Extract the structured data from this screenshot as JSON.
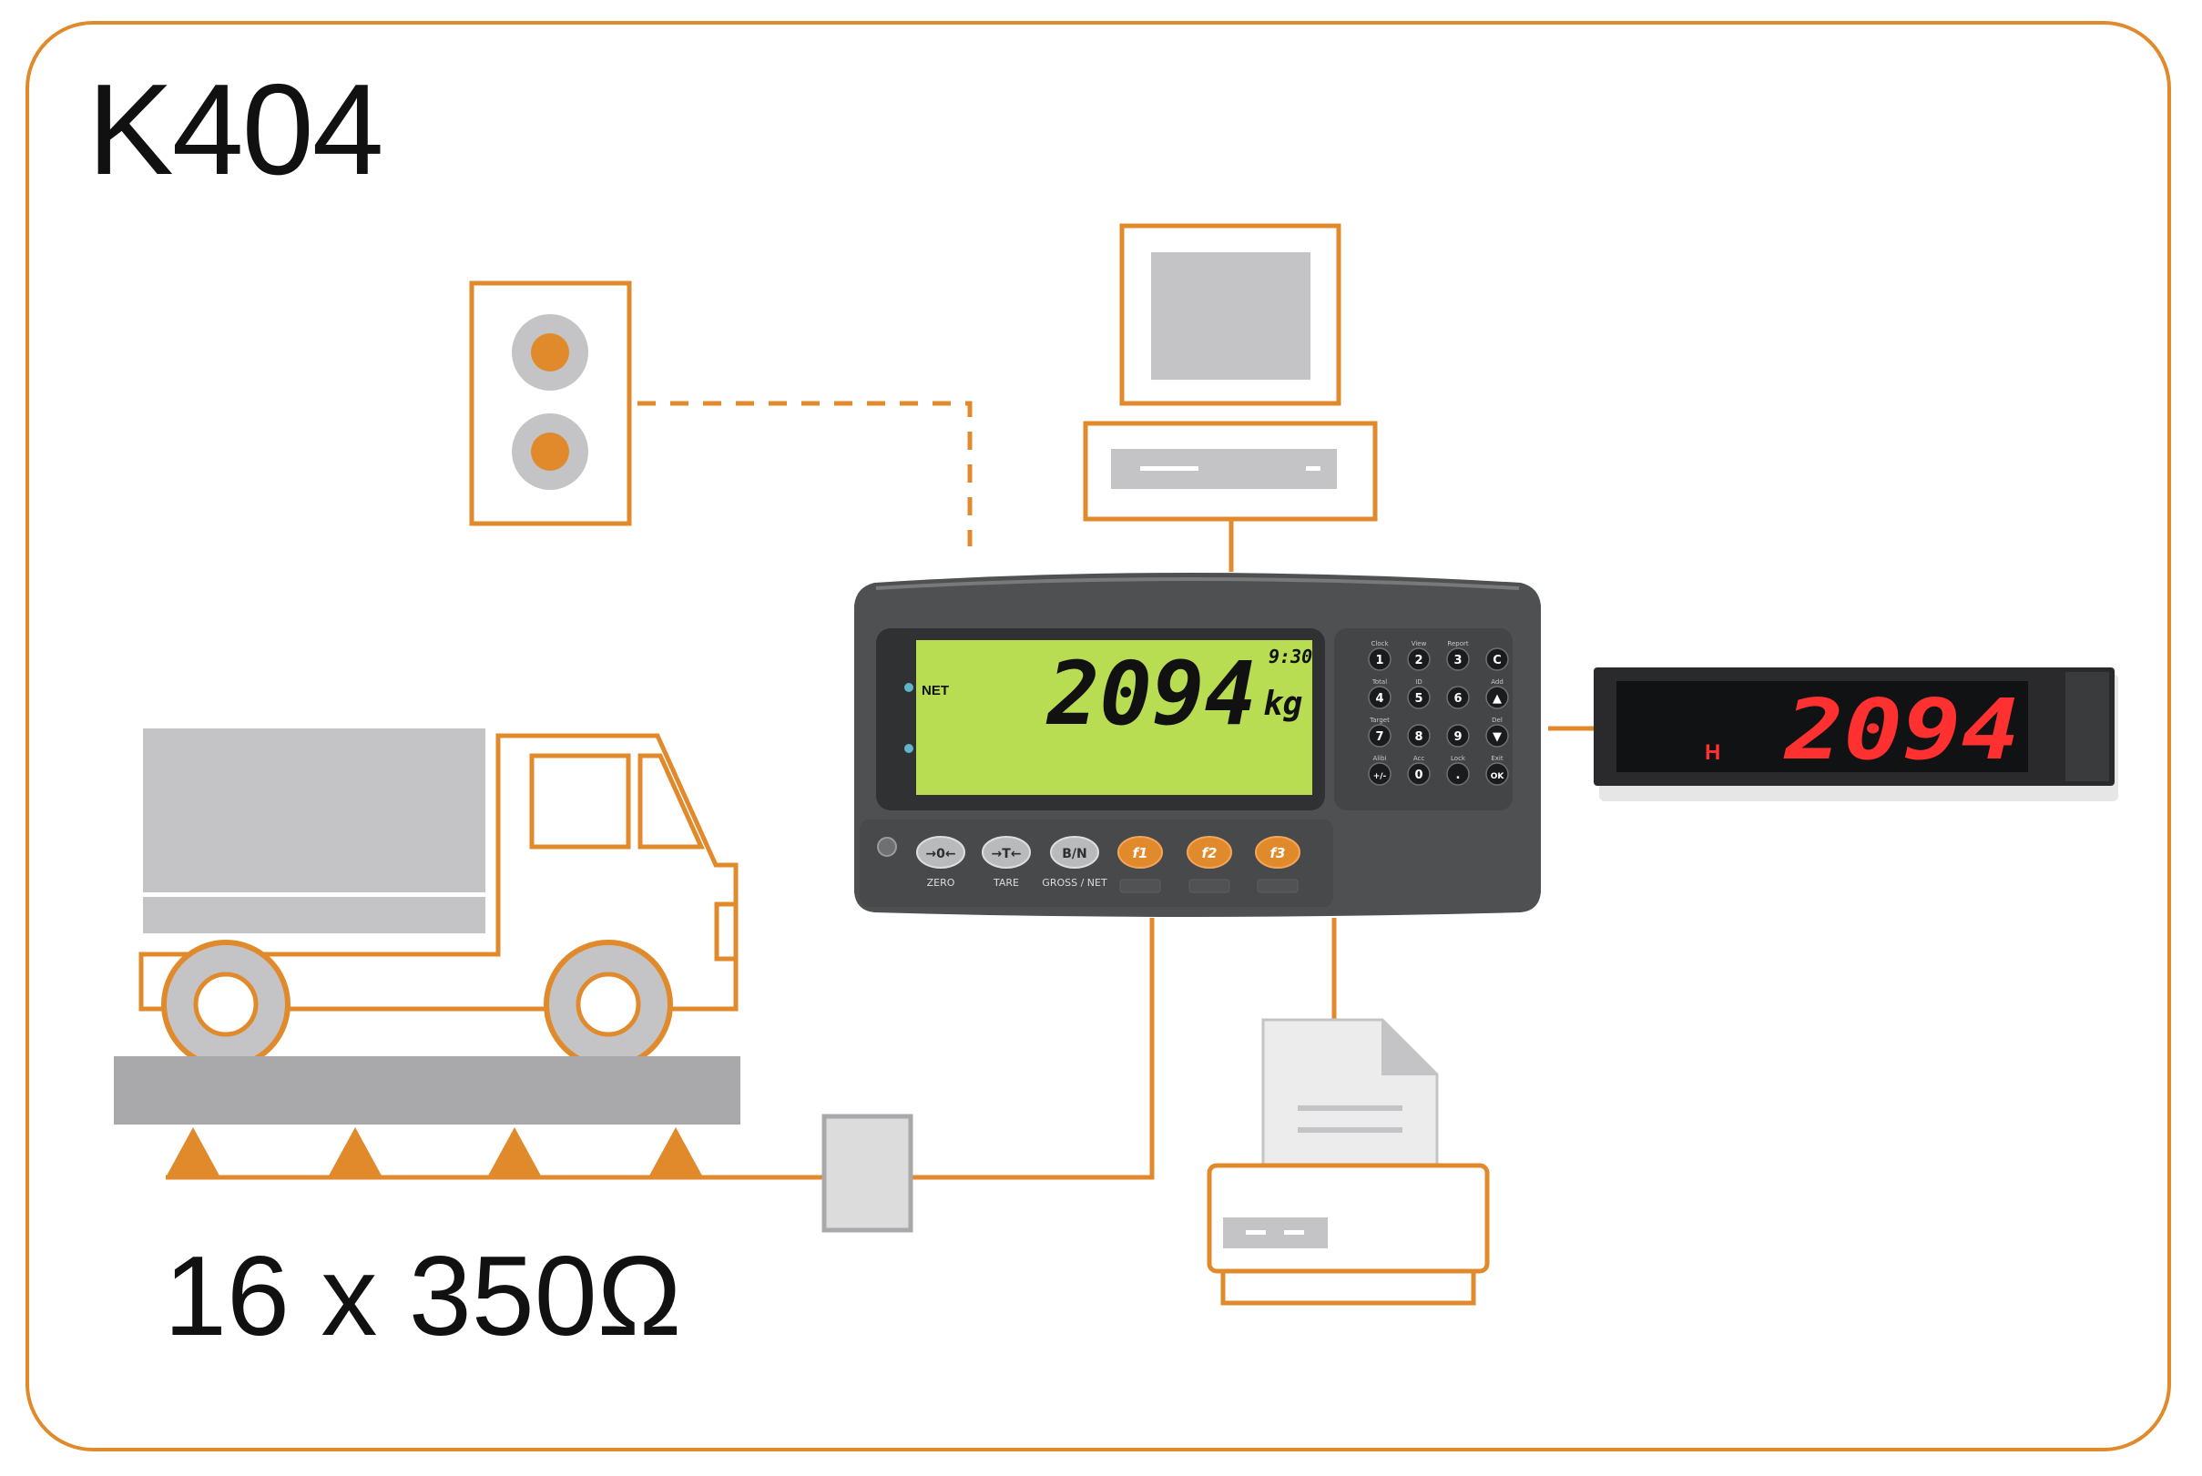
{
  "title": "K404",
  "load_cells": "16 x 350Ω",
  "indicator": {
    "lcd": {
      "weight": "2094",
      "unit": "kg",
      "time": "9:30",
      "mode": "NET"
    },
    "buttons": [
      {
        "name": "zero",
        "label": "ZERO",
        "symbol": "→0←"
      },
      {
        "name": "tare",
        "label": "TARE",
        "symbol": "→T←"
      },
      {
        "name": "gross-net",
        "label": "GROSS / NET",
        "symbol": "B/N"
      },
      {
        "name": "f1",
        "label": "",
        "symbol": "f1"
      },
      {
        "name": "f2",
        "label": "",
        "symbol": "f2"
      },
      {
        "name": "f3",
        "label": "",
        "symbol": "f3"
      }
    ],
    "keypad": [
      {
        "key": "1",
        "hint": "Clock"
      },
      {
        "key": "2",
        "hint": "View"
      },
      {
        "key": "3",
        "hint": "Report"
      },
      {
        "key": "C",
        "hint": ""
      },
      {
        "key": "4",
        "hint": "Total"
      },
      {
        "key": "5",
        "hint": "ID"
      },
      {
        "key": "6",
        "hint": ""
      },
      {
        "key": "▲",
        "hint": "Add"
      },
      {
        "key": "7",
        "hint": "Target"
      },
      {
        "key": "8",
        "hint": ""
      },
      {
        "key": "9",
        "hint": ""
      },
      {
        "key": "▼",
        "hint": "Del"
      },
      {
        "key": "+/-",
        "hint": "Alibi"
      },
      {
        "key": "0",
        "hint": "Acc"
      },
      {
        "key": ".",
        "hint": "Lock"
      },
      {
        "key": "OK",
        "hint": "Exit"
      }
    ]
  },
  "remote_display": {
    "value": "2094",
    "indicator_label": "H"
  },
  "colors": {
    "accent": "#e08a2c",
    "gray": "#c4c4c6",
    "lcd": "#b8dc52",
    "housing": "#4e5052",
    "led": "#ff3030"
  }
}
